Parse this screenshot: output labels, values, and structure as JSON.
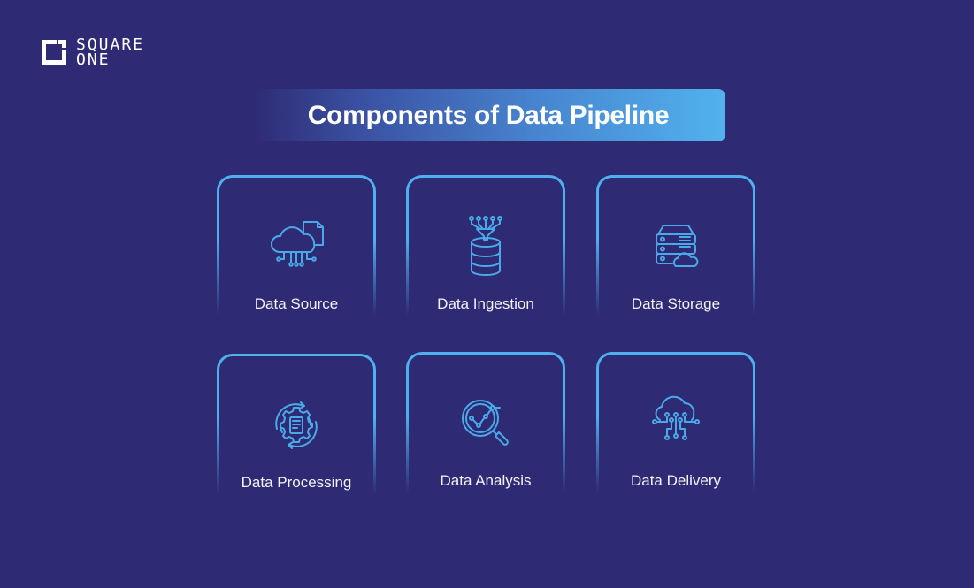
{
  "brand": {
    "line1": "SQUARE",
    "line2": "ONE",
    "icon": "square-one-logo-icon"
  },
  "title": "Components of Data Pipeline",
  "colors": {
    "background": "#2e2a73",
    "accent": "#4fb0ee",
    "title_gradient_end": "#52b2ee",
    "text": "#ffffff"
  },
  "components": [
    {
      "label": "Data Source",
      "icon": "cloud-document-icon"
    },
    {
      "label": "Data Ingestion",
      "icon": "funnel-database-icon"
    },
    {
      "label": "Data Storage",
      "icon": "server-cloud-icon"
    },
    {
      "label": "Data Processing",
      "icon": "gear-document-cycle-icon"
    },
    {
      "label": "Data Analysis",
      "icon": "magnifier-chart-icon"
    },
    {
      "label": "Data Delivery",
      "icon": "cloud-network-icon"
    }
  ]
}
